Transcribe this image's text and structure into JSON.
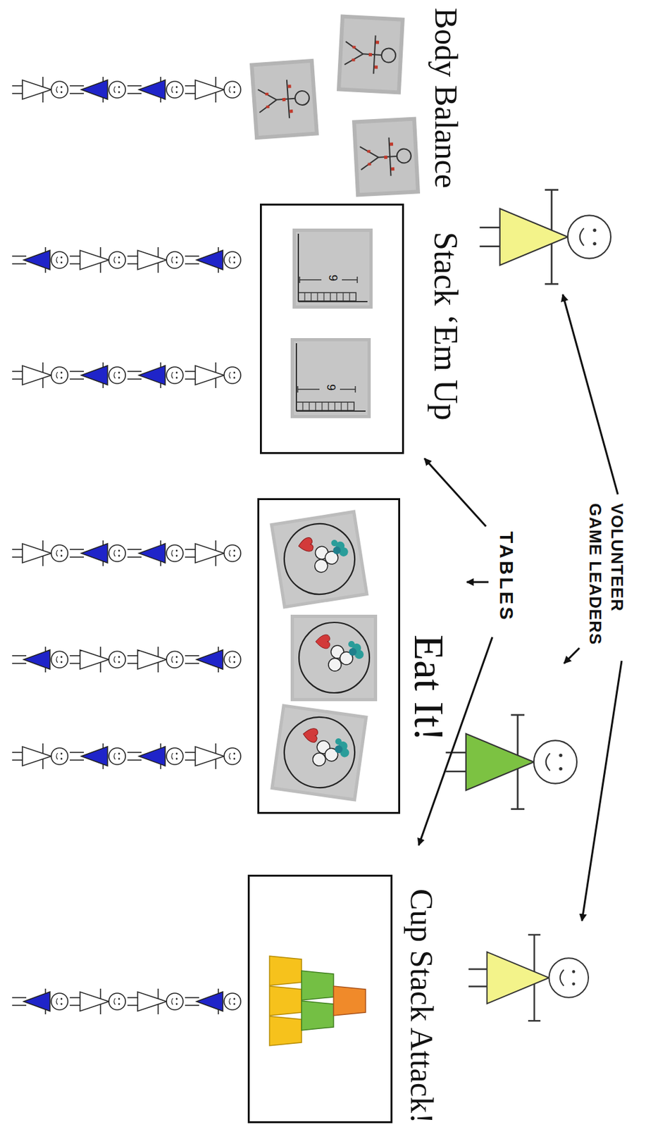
{
  "diagram": {
    "nodes": [
      {
        "text": [
          "Stack ‘Em Up"
        ]
      },
      {
        "text": [
          "Eat It!"
        ]
      },
      {
        "text": [
          "Cup Stack Attack!"
        ]
      }
    ],
    "labels": [
      "Body Balance",
      "VOLUNTEER GAME LEADERS",
      "TABLES",
      "9",
      "9"
    ]
  }
}
